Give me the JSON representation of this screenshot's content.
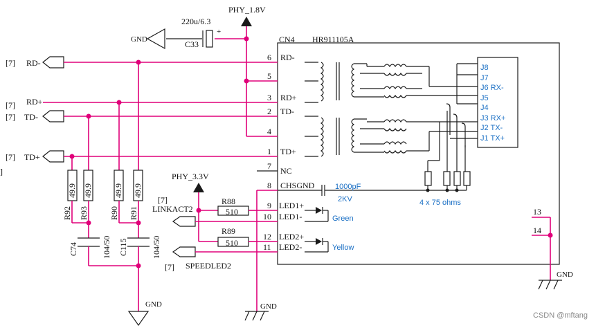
{
  "power": {
    "phy18": "PHY_1.8V",
    "phy33": "PHY_3.3V",
    "gnd": "GND"
  },
  "cap_c33": {
    "value": "220u/6.3",
    "ref": "C33",
    "plus": "+"
  },
  "connector": {
    "ref": "CN4",
    "part": "HR911105A",
    "pins": [
      {
        "num": "6",
        "name": "RD-"
      },
      {
        "num": "5",
        "name": ""
      },
      {
        "num": "3",
        "name": "RD+"
      },
      {
        "num": "2",
        "name": "TD-"
      },
      {
        "num": "4",
        "name": ""
      },
      {
        "num": "1",
        "name": "TD+"
      },
      {
        "num": "7",
        "name": "NC"
      },
      {
        "num": "8",
        "name": "CHSGND"
      },
      {
        "num": "9",
        "name": "LED1+"
      },
      {
        "num": "10",
        "name": "LED1-"
      },
      {
        "num": "12",
        "name": "LED2+"
      },
      {
        "num": "11",
        "name": "LED2-"
      },
      {
        "num": "13",
        "name": ""
      },
      {
        "num": "14",
        "name": ""
      }
    ],
    "jacks": [
      "J8",
      "J7",
      "J6 RX-",
      "J5",
      "J4",
      "J3 RX+",
      "J2 TX-",
      "J1 TX+"
    ],
    "cap_1000pf": "1000pF",
    "cap_2kv": "2KV",
    "res_note": "4 x 75 ohms",
    "green": "Green",
    "yellow": "Yellow"
  },
  "ports": {
    "rd_minus": {
      "sheet": "[7]",
      "name": "RD-"
    },
    "rd_plus": {
      "sheet": "[7]",
      "name": "RD+"
    },
    "td_minus": {
      "sheet": "[7]",
      "name": "TD-"
    },
    "td_plus": {
      "sheet": "[7]",
      "name": "TD+"
    },
    "linkact": {
      "sheet": "[7]",
      "name": "LINKACT2"
    },
    "speedled": {
      "sheet": "[7]",
      "name": "SPEEDLED2"
    },
    "edge_bracket": "]"
  },
  "resistors": [
    {
      "ref": "R92",
      "value": "49.9"
    },
    {
      "ref": "R93",
      "value": "49.9"
    },
    {
      "ref": "R90",
      "value": "49.9"
    },
    {
      "ref": "R91",
      "value": "49.9"
    }
  ],
  "caps": [
    {
      "ref": "C74",
      "value": "104/50"
    },
    {
      "ref": "C115",
      "value": "104/50"
    }
  ],
  "led_res": [
    {
      "ref": "R88",
      "value": "510"
    },
    {
      "ref": "R89",
      "value": "510"
    }
  ],
  "watermark": "CSDN @mftang"
}
